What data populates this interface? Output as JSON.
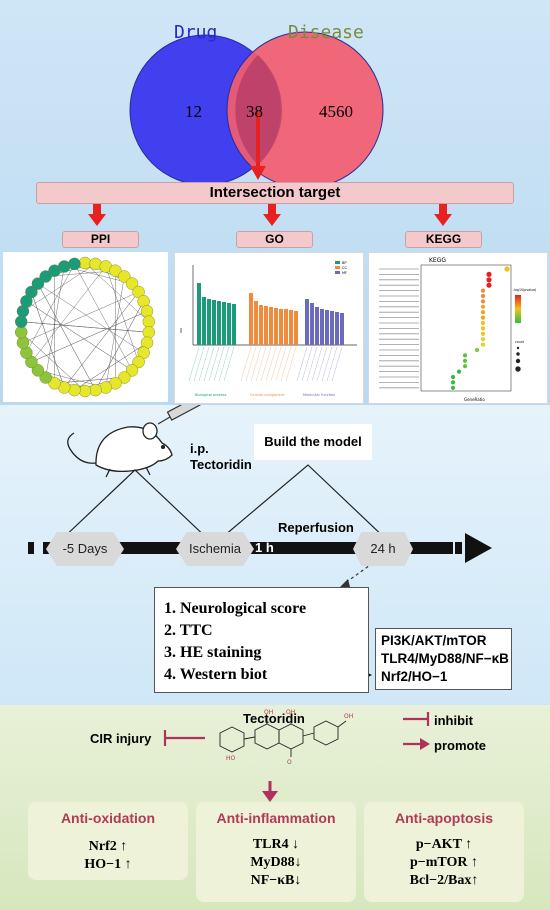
{
  "venn": {
    "left_label": "Drug",
    "right_label": "Disease",
    "left_only": "12",
    "overlap": "38",
    "right_only": "4560"
  },
  "intersection_label": "Intersection target",
  "analyses": [
    {
      "label": "PPI"
    },
    {
      "label": "GO"
    },
    {
      "label": "KEGG"
    }
  ],
  "go_plot": {
    "legend": [
      "BP",
      "CC",
      "MF"
    ],
    "categories": [
      "Biological process",
      "Cellular component",
      "Molecular function"
    ]
  },
  "kegg_plot": {
    "title": "KEGG",
    "xlabel": "GeneRatio",
    "legend_color_title": "-log10(pvalue)",
    "legend_size_title": "count"
  },
  "model": {
    "injection": "i.p.",
    "drug": "Tectoridin",
    "build_label": "Build the model",
    "reperfusion": "Reperfusion",
    "timeline": [
      "-5 Days",
      "Ischemia",
      "1 h",
      "24 h"
    ]
  },
  "assays": [
    "1. Neurological score",
    "2. TTC",
    "3. HE staining",
    "4. Western biot"
  ],
  "pathways": [
    "PI3K/AKT/mTOR",
    "TLR4/MyD88/NF−κB",
    "Nrf2/HO−1"
  ],
  "mechanism": {
    "compound": "Tectoridin",
    "target": "CIR injury",
    "inhibit": "inhibit",
    "promote": "promote"
  },
  "effects": [
    {
      "title": "Anti-oxidation",
      "items": [
        "Nrf2 ↑",
        "HO−1 ↑"
      ]
    },
    {
      "title": "Anti-inflammation",
      "items": [
        "TLR4 ↓",
        "MyD88↓",
        "NF−κB↓"
      ]
    },
    {
      "title": "Anti-apoptosis",
      "items": [
        "p−AKT ↑",
        "p−mTOR ↑",
        "Bcl−2/Bax↑"
      ]
    }
  ],
  "colors": {
    "drug_circle": "#3b3bf0",
    "disease_circle": "#f25c6d",
    "arrow_red": "#e8201f",
    "inhibit_promote": "#b0315c",
    "card_title": "#b03a58"
  }
}
